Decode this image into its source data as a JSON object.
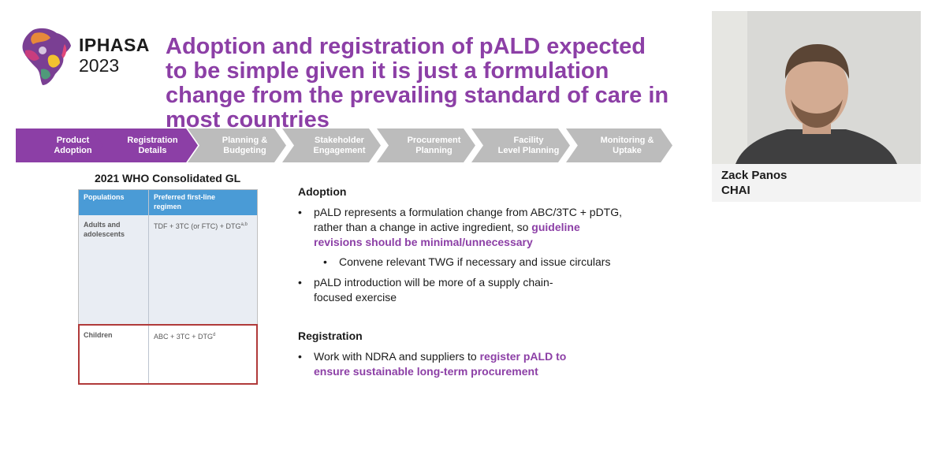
{
  "logo": {
    "name": "IPHASA",
    "year": "2023"
  },
  "slide_title": "Adoption and registration of pALD expected to be simple given it is just a formulation change from the prevailing standard of care in most countries",
  "process_steps": [
    {
      "line1": "Product",
      "line2": "Adoption",
      "state": "active"
    },
    {
      "line1": "Registration",
      "line2": "Details",
      "state": "active"
    },
    {
      "line1": "Planning &",
      "line2": "Budgeting",
      "state": "inactive"
    },
    {
      "line1": "Stakeholder",
      "line2": "Engagement",
      "state": "inactive"
    },
    {
      "line1": "Procurement",
      "line2": "Planning",
      "state": "inactive"
    },
    {
      "line1": "Facility",
      "line2": "Level Planning",
      "state": "inactive"
    },
    {
      "line1": "Monitoring &",
      "line2": "Uptake",
      "state": "inactive"
    }
  ],
  "who_table": {
    "title": "2021 WHO Consolidated GL",
    "headers": [
      "Populations",
      "Preferred first-line regimen"
    ],
    "rows": [
      {
        "population": "Adults and adolescents",
        "regimen": "TDF + 3TC (or FTC) + DTG",
        "sup": "a,b"
      },
      {
        "population": "Children",
        "regimen": "ABC + 3TC + DTG",
        "sup": "d"
      }
    ]
  },
  "adoption": {
    "heading": "Adoption",
    "b1_text": "pALD represents a formulation change from ABC/3TC + pDTG, rather than a change in active ingredient, so",
    "b1_highlight": "guideline revisions should be minimal/unnecessary",
    "sub1": "Convene relevant TWG if necessary and issue circulars",
    "b2": "pALD introduction will be more of a supply chain-focused exercise"
  },
  "registration": {
    "heading": "Registration",
    "b1_text": "Work with NDRA and suppliers to",
    "b1_highlight": "register pALD to ensure sustainable long-term procurement"
  },
  "speaker": {
    "name": "Zack Panos",
    "org": "CHAI"
  },
  "colors": {
    "accent": "#8c3fa6",
    "header_blue": "#4a9bd6",
    "inactive_step": "#bcbcbc",
    "highlight_box": "#b03a3a"
  }
}
